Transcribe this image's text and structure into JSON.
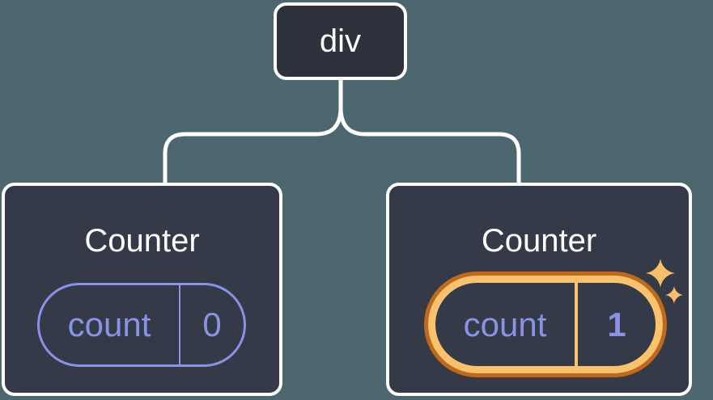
{
  "diagram": {
    "description": "React component tree: a div root with two Counter children, each holding a count state pill; the second Counter is highlighted with an orange ring and sparkles, its count is 1",
    "root_node": {
      "label": "div"
    },
    "children": [
      {
        "title": "Counter",
        "state_pill": {
          "label": "count",
          "value": "0"
        },
        "highlighted": false
      },
      {
        "title": "Counter",
        "state_pill": {
          "label": "count",
          "value": "1"
        },
        "highlighted": true
      }
    ]
  },
  "icons": {
    "sparkles_icon": "✦"
  },
  "colors": {
    "background": "#4d6770",
    "node_background": "#2d323d",
    "card_background": "#343a47",
    "outline": "#ffffff",
    "purple": "#8a92e6",
    "orange_outer": "#c1691a",
    "orange_inner": "#fac26d",
    "sparkle": "#f8be6a"
  }
}
